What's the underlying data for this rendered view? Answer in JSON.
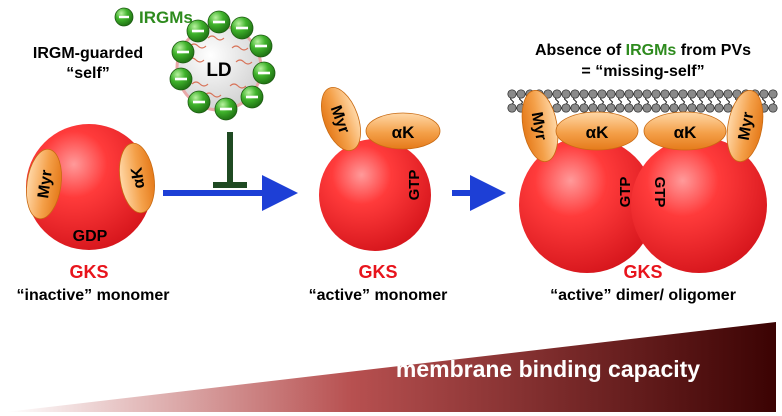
{
  "legend": {
    "irgms_label": "IRGMs"
  },
  "self_guard": {
    "line1": "IRGM-guarded",
    "line2": "“self”"
  },
  "lipid_droplet": {
    "label": "LD"
  },
  "missing_self": {
    "prefix": "Absence of ",
    "highlight": "IRGMs",
    "suffix": " from PVs",
    "line2": "= “missing-self”"
  },
  "domains": {
    "myr": "Myr",
    "ak": "αK",
    "gdp": "GDP",
    "gtp": "GTP"
  },
  "states": [
    {
      "protein": "GKS",
      "caption": "“inactive” monomer"
    },
    {
      "protein": "GKS",
      "caption": "“active” monomer"
    },
    {
      "protein": "GKS",
      "caption": "“active” dimer/ oligomer"
    }
  ],
  "gradient": {
    "label": "membrane binding capacity"
  },
  "colors": {
    "gks_red": "#e8141c",
    "irgm_green": "#2e8b1e",
    "arrow_blue": "#1d3fd6",
    "inhibit_green": "#1f4a22",
    "domain_orange": "#f08a2a",
    "gradient_dark": "#4a0606"
  }
}
